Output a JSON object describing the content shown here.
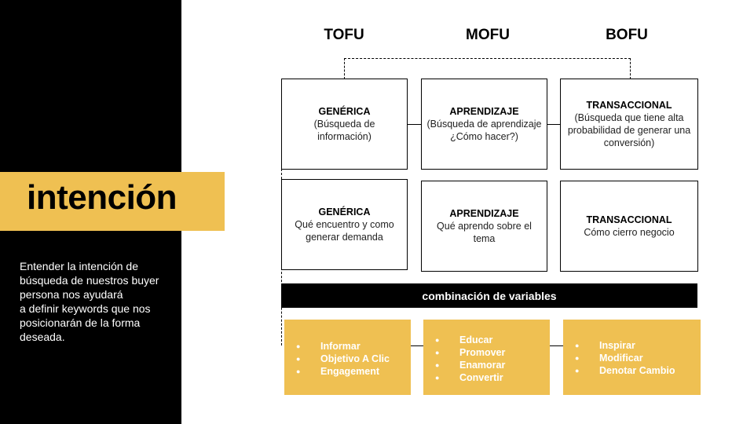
{
  "slide": {
    "title": "intención",
    "description_lines": [
      "Entender la intención de",
      "búsqueda de nuestros buyer",
      "persona nos ayudará",
      "a definir keywords que nos",
      "posicionarán de la forma",
      "deseada."
    ]
  },
  "stages": [
    "TOFU",
    "MOFU",
    "BOFU"
  ],
  "row1": [
    {
      "heading": "GENÉRICA",
      "body": "(Búsqueda de\ninformación)"
    },
    {
      "heading": "APRENDIZAJE",
      "body": "(Búsqueda de aprendizaje\n¿Cómo hacer?)"
    },
    {
      "heading": "TRANSACCIONAL",
      "body": "(Búsqueda que tiene alta\nprobabilidad de generar una\nconversión)"
    }
  ],
  "row2": [
    {
      "heading": "GENÉRICA",
      "body": "Qué encuentro y como\ngenerar demanda"
    },
    {
      "heading": "APRENDIZAJE",
      "body": "Qué aprendo sobre el\ntema"
    },
    {
      "heading": "TRANSACCIONAL",
      "body": "Cómo cierro negocio"
    }
  ],
  "bar_label": "combinación de variables",
  "actions": [
    [
      "Informar",
      "Objetivo A Clic",
      "Engagement"
    ],
    [
      "Educar",
      "Promover",
      "Enamorar",
      "Convertir"
    ],
    [
      "Inspirar",
      "Modificar",
      "Denotar Cambio"
    ]
  ],
  "colors": {
    "accent": "#efc052",
    "dark": "#000000"
  }
}
